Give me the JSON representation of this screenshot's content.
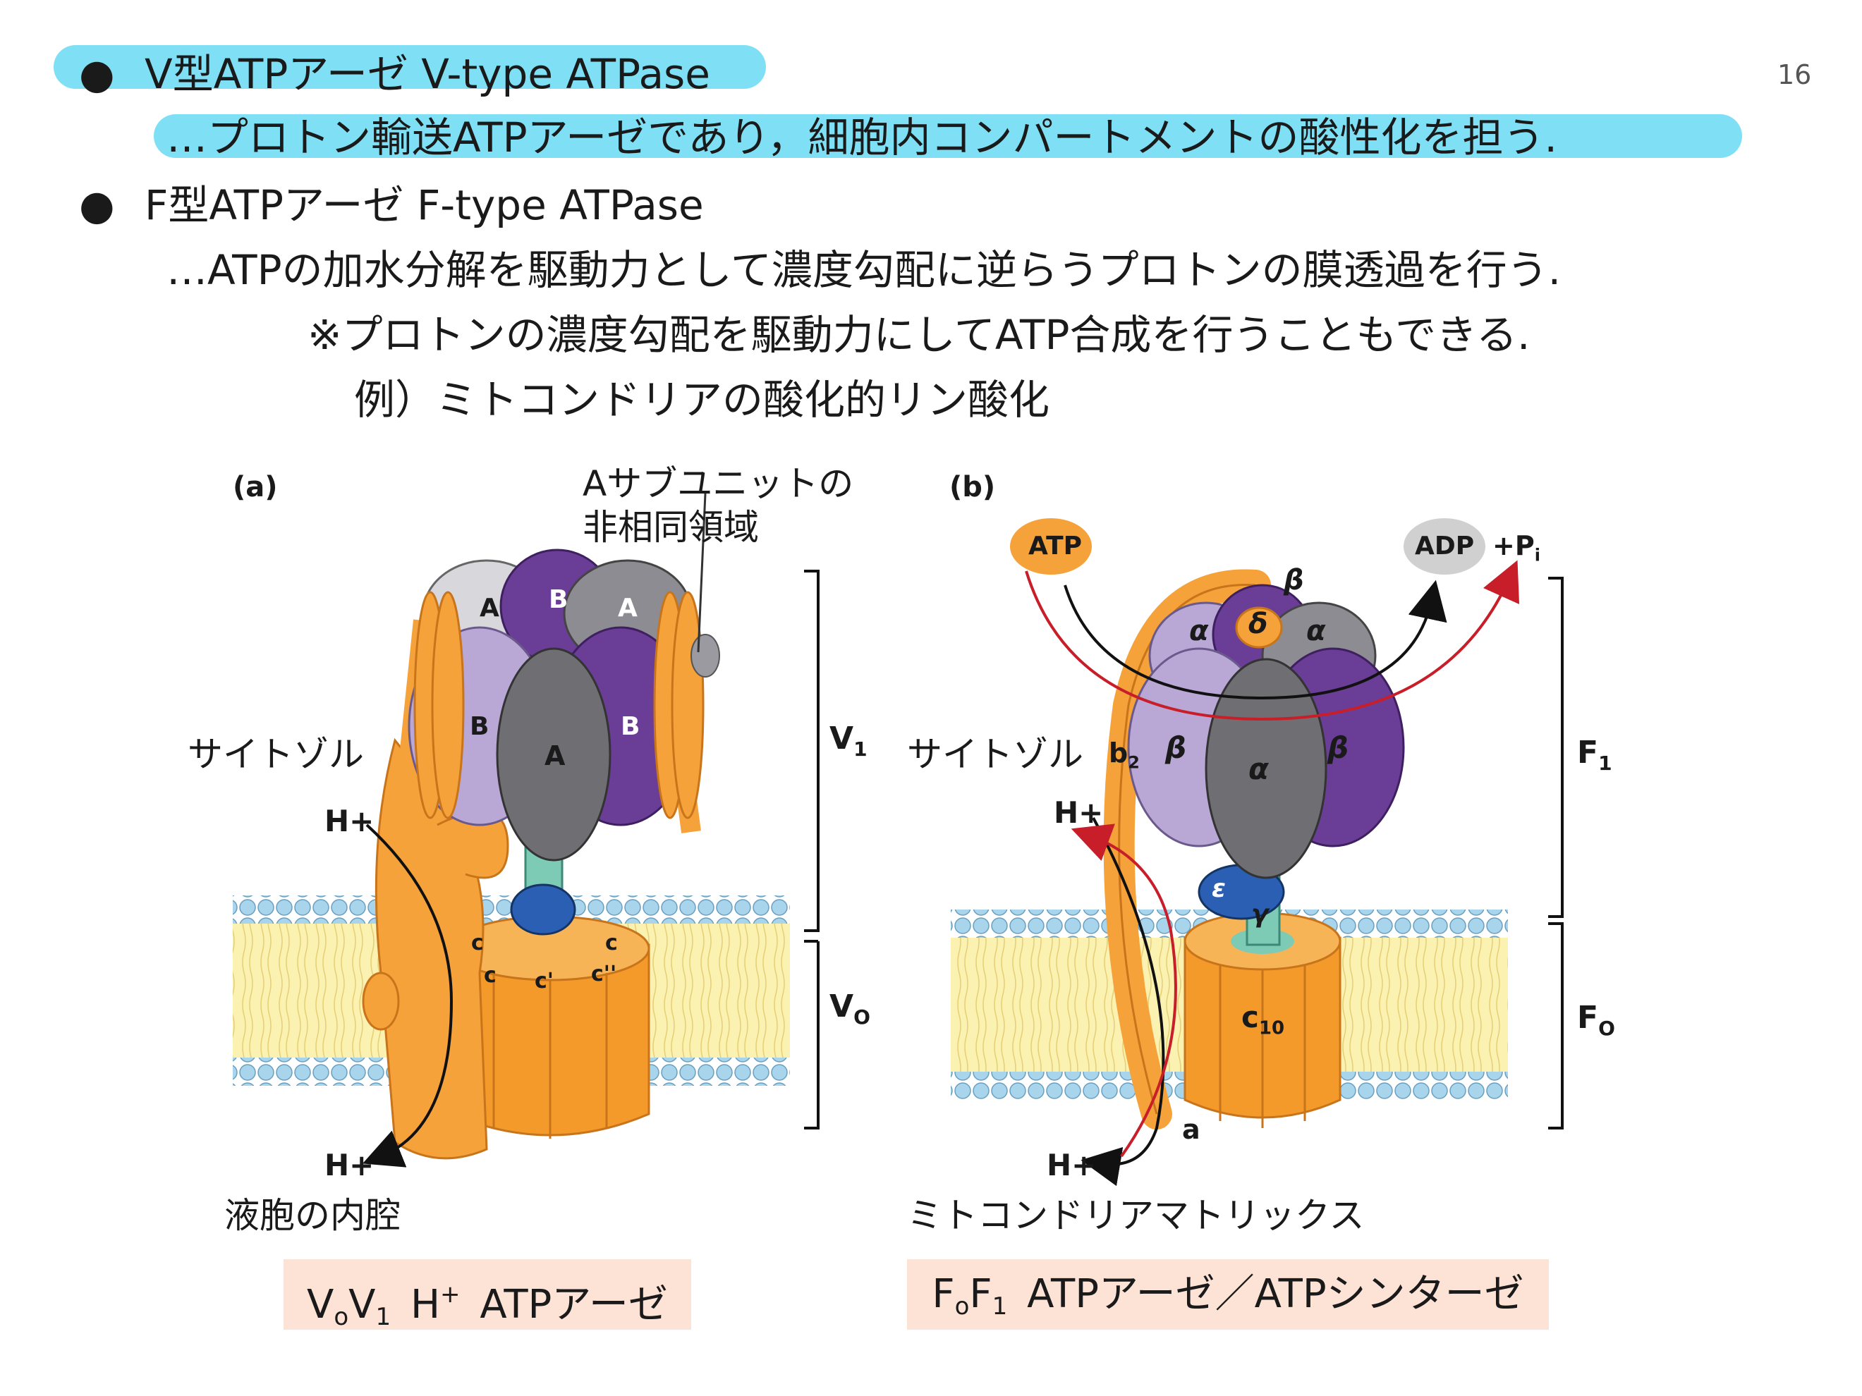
{
  "page_number": "16",
  "bullet_symbol": "●",
  "bullets": [
    {
      "title": "V型ATPアーゼ V-type ATPase",
      "lines": [
        "…プロトン輸送ATPアーゼであり，細胞内コンパートメントの酸性化を担う."
      ]
    },
    {
      "title": "F型ATPアーゼ F-type ATPase",
      "lines": [
        "…ATPの加水分解を駆動力として濃度勾配に逆らうプロトンの膜透過を行う.",
        "※プロトンの濃度勾配を駆動力にしてATP合成を行うこともできる.",
        "例）ミトコンドリアの酸化的リン酸化"
      ]
    }
  ],
  "figure_a": {
    "panel_label": "(a)",
    "callout_line1": "Aサブユニットの",
    "callout_line2": "非相同領域",
    "cytosol": "サイトゾル",
    "lumen": "液胞の内腔",
    "hplus_top": "H+",
    "hplus_bottom": "H+",
    "v1_label": "V",
    "v1_sub": "1",
    "vo_label": "V",
    "vo_sub": "O",
    "sub_A": "A",
    "sub_B": "B",
    "sub_c": "c",
    "sub_c1": "c'",
    "sub_c2": "c''",
    "caption_main": "V",
    "caption_sub_o": "o",
    "caption_v": "V",
    "caption_sub_1": "1",
    "caption_h": "H",
    "caption_plus": "+",
    "caption_tail": "ATPアーゼ"
  },
  "figure_b": {
    "panel_label": "(b)",
    "atp": "ATP",
    "adp": "ADP",
    "pi": "+P",
    "pi_sub": "i",
    "cytosol": "サイトゾル",
    "matrix": "ミトコンドリアマトリックス",
    "hplus_top": "H+",
    "hplus_bottom": "H+",
    "f1_label": "F",
    "f1_sub": "1",
    "fo_label": "F",
    "fo_sub": "O",
    "alpha": "α",
    "beta": "β",
    "delta": "δ",
    "epsilon": "ε",
    "gamma": "γ",
    "b2": "b",
    "b2_sub": "2",
    "c10": "c",
    "c10_sub": "10",
    "a": "a",
    "caption_f": "F",
    "caption_sub_o": "o",
    "caption_f2": "F",
    "caption_sub_1": "1",
    "caption_tail": "ATPアーゼ／ATPシンターゼ"
  },
  "colors": {
    "highlight": "#7fe0f5",
    "caption_bg": "#fce3d6",
    "orange": "#f6a23a",
    "purple_dark": "#6a3d96",
    "purple_light": "#b9a7d6",
    "gray": "#6e6e73",
    "membrane_head": "#a8d4ec",
    "membrane_tail": "#fbf1b0",
    "arrow_red": "#c81e2a"
  }
}
